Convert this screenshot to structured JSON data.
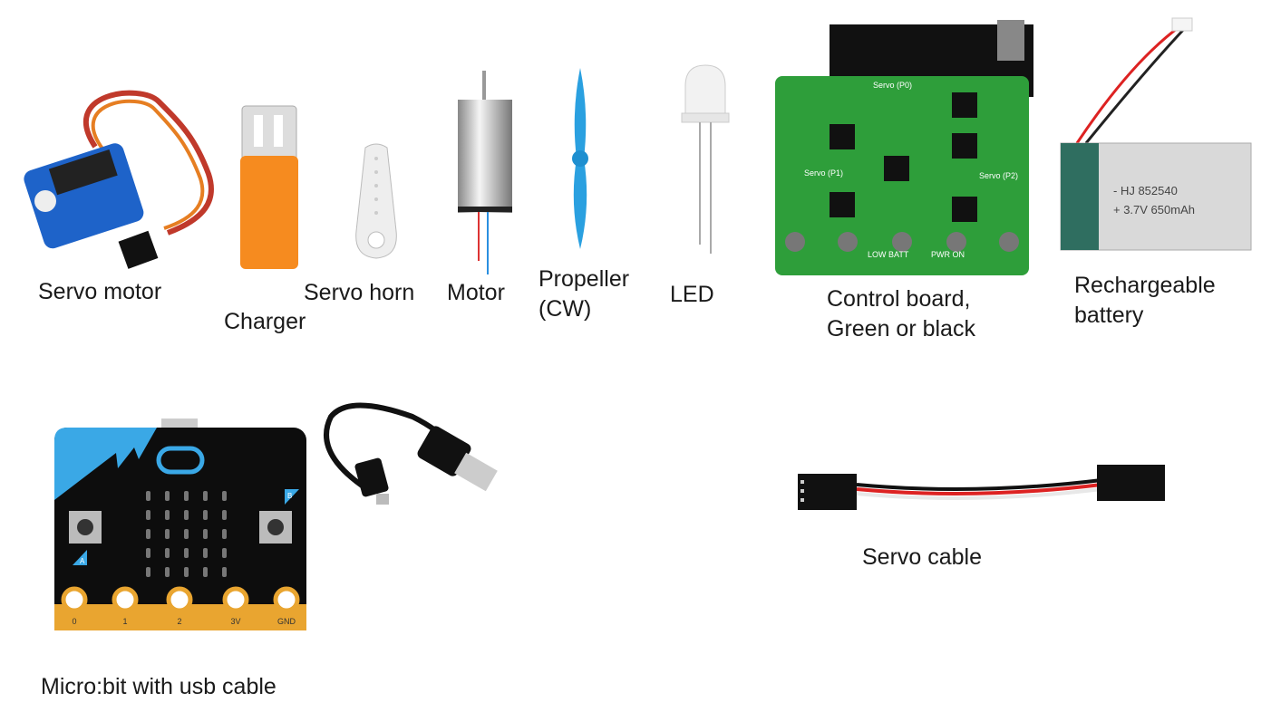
{
  "labels": {
    "servo_motor": "Servo motor",
    "charger": "Charger",
    "servo_horn": "Servo horn",
    "motor": "Motor",
    "propeller_l1": "Propeller",
    "propeller_l2": "(CW)",
    "led": "LED",
    "control_board_l1": "Control board,",
    "control_board_l2": "Green or black",
    "battery_l1": "Rechargeable",
    "battery_l2": "battery",
    "servo_cable": "Servo cable",
    "microbit": "Micro:bit with usb cable"
  },
  "battery_print": {
    "line1": "- HJ 852540",
    "line2": "+ 3.7V 650mAh"
  },
  "board_print": {
    "p0": "Servo (P0)",
    "p1": "Servo (P1)",
    "p2": "Servo (P2)",
    "low_batt": "LOW BATT",
    "pwr_on": "PWR ON"
  },
  "microbit_print": {
    "pins": [
      "0",
      "1",
      "2",
      "3V",
      "GND"
    ],
    "button_a": "A",
    "button_b": "B"
  },
  "colors": {
    "board_green": "#2e9e3a",
    "microbit_blue": "#3aa8e6",
    "propeller_blue": "#2aa0e0",
    "charger_orange": "#f68b1f"
  }
}
